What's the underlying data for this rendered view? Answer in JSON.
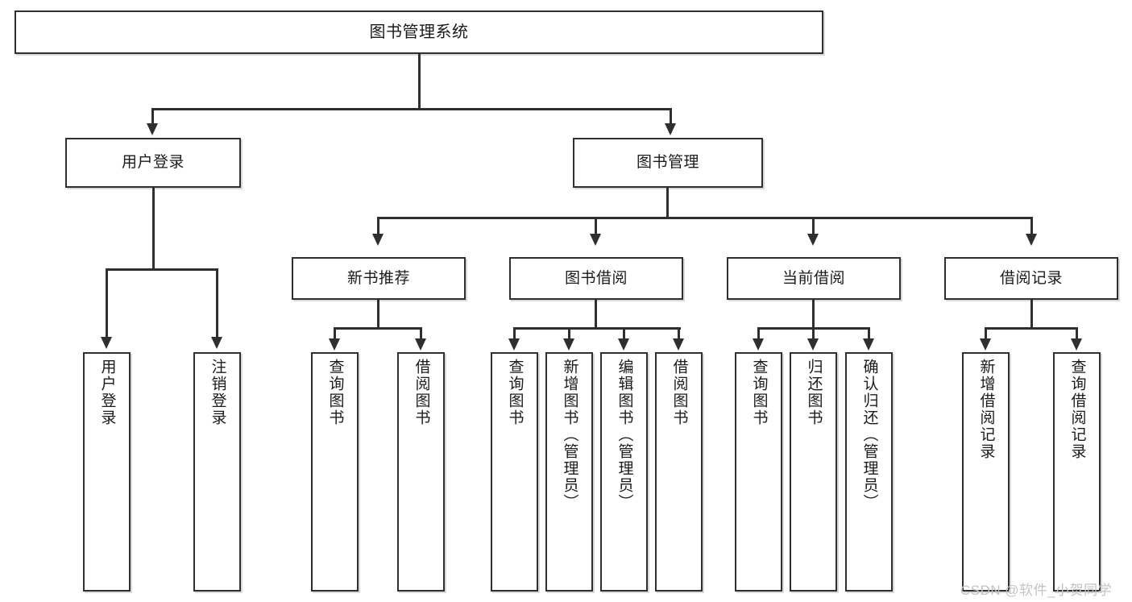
{
  "diagram": {
    "title": "图书管理系统",
    "type": "tree-hierarchy-diagram",
    "colors": {
      "background": "#ffffff",
      "box_fill": "#ffffff",
      "box_border": "#2f2f2f",
      "connector": "#2f2f2f",
      "shadow": "#d9d9d9",
      "watermark_text": "#c3c3c3"
    }
  },
  "root": {
    "label": "图书管理系统"
  },
  "level2": [
    {
      "label": "用户登录"
    },
    {
      "label": "图书管理"
    }
  ],
  "level3": [
    {
      "label": "新书推荐"
    },
    {
      "label": "图书借阅"
    },
    {
      "label": "当前借阅"
    },
    {
      "label": "借阅记录"
    }
  ],
  "leaves": {
    "user_login": [
      {
        "label": "用户登录"
      },
      {
        "label": "注销登录"
      }
    ],
    "new_book_recommend": [
      {
        "label": "查询图书"
      },
      {
        "label": "借阅图书"
      }
    ],
    "book_borrow": [
      {
        "label": "查询图书"
      },
      {
        "label": "新增图书（管理员）"
      },
      {
        "label": "编辑图书（管理员）"
      },
      {
        "label": "借阅图书"
      }
    ],
    "current_borrow": [
      {
        "label": "查询图书"
      },
      {
        "label": "归还图书"
      },
      {
        "label": "确认归还（管理员）"
      }
    ],
    "borrow_record": [
      {
        "label": "新增借阅记录"
      },
      {
        "label": "查询借阅记录"
      }
    ]
  },
  "watermark": {
    "text": "CSDN @软件_小贺同学"
  }
}
